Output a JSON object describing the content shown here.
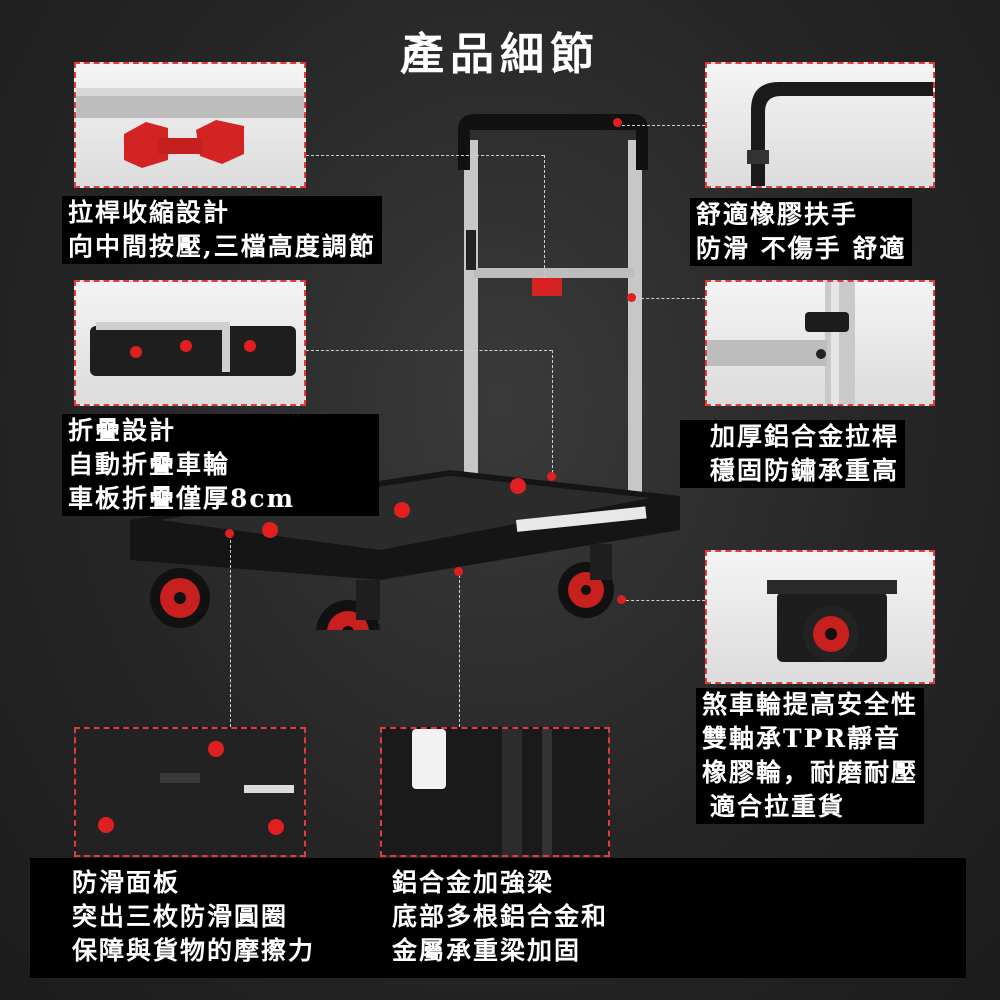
{
  "title": "產品細節",
  "callouts": {
    "handle_telescopic": {
      "line1": "拉桿收縮設計",
      "line2": "向中間按壓,三檔高度調節"
    },
    "folding": {
      "line1": "折疊設計",
      "line2": "自動折疊車輪",
      "line3": "車板折疊僅厚8cm"
    },
    "grip": {
      "line1": "舒適橡膠扶手",
      "line2": "防滑 不傷手 舒適"
    },
    "rod": {
      "line1": "加厚鋁合金拉桿",
      "line2": "穩固防鏽承重高"
    },
    "brake": {
      "line1": "煞車輪提高安全性",
      "line2": "雙軸承TPR靜音",
      "line3": "橡膠輪，耐磨耐壓",
      "line4": "適合拉重貨"
    },
    "panel": {
      "line1": "防滑面板",
      "line2": "突出三枚防滑圓圈",
      "line3": "保障與貨物的摩擦力"
    },
    "beam": {
      "line1": "鋁合金加強梁",
      "line2": "底部多根鋁合金和",
      "line3": "金屬承重梁加固"
    }
  },
  "colors": {
    "accent": "#e02020",
    "frame": "#e23b3b",
    "background": "#262626"
  }
}
